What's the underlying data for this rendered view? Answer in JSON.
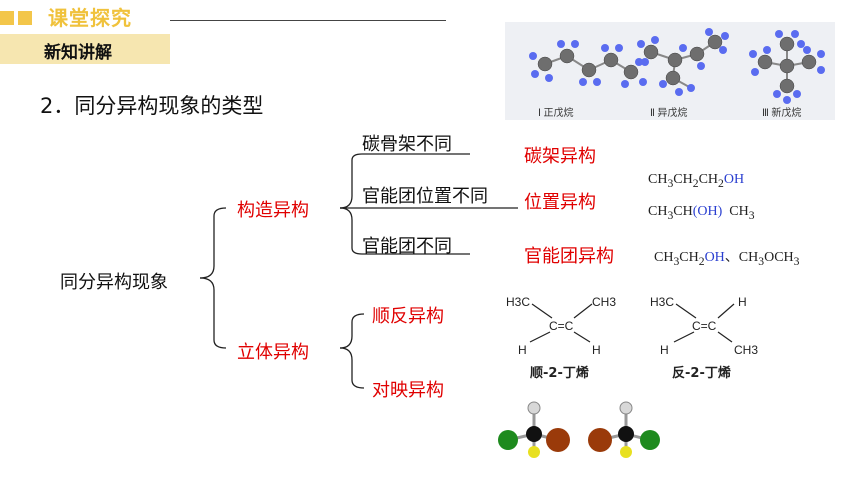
{
  "header": {
    "title": "课堂探究",
    "badge": "新知讲解"
  },
  "heading": "2．同分异构现象的类型",
  "tree": {
    "root": "同分异构现象",
    "constitutional": {
      "label": "构造异构",
      "items": [
        {
          "condition": "碳骨架不同",
          "type": "碳架异构"
        },
        {
          "condition": "官能团位置不同",
          "type": "位置异构"
        },
        {
          "condition": "官能团不同",
          "type": "官能团异构"
        }
      ]
    },
    "stereo": {
      "label": "立体异构",
      "items": [
        "顺反异构",
        "对映异构"
      ]
    }
  },
  "formulas": {
    "positional_1": {
      "a": "CH",
      "s1": "3",
      "b": "CH",
      "s2": "2",
      "c": "CH",
      "s3": "2",
      "oh": "OH"
    },
    "positional_2": {
      "a": "CH",
      "s1": "3",
      "b": "CH",
      "oh": "(OH)",
      "c": "CH",
      "s2": "3"
    },
    "functional": {
      "a": "CH",
      "s1": "3",
      "b": "CH",
      "s2": "2",
      "oh": "OH",
      "sep": "、",
      "c": "CH",
      "s3": "3",
      "d": "OCH",
      "s4": "3"
    }
  },
  "pentane_captions": [
    "Ⅰ 正戊烷",
    "Ⅱ 异戊烷",
    "Ⅲ 新戊烷"
  ],
  "butene": {
    "cis_caption": "顺-2-丁烯",
    "trans_caption": "反-2-丁烯",
    "h3c": "H3C",
    "ch3": "CH3",
    "h": "H",
    "cc": "C=C"
  }
}
